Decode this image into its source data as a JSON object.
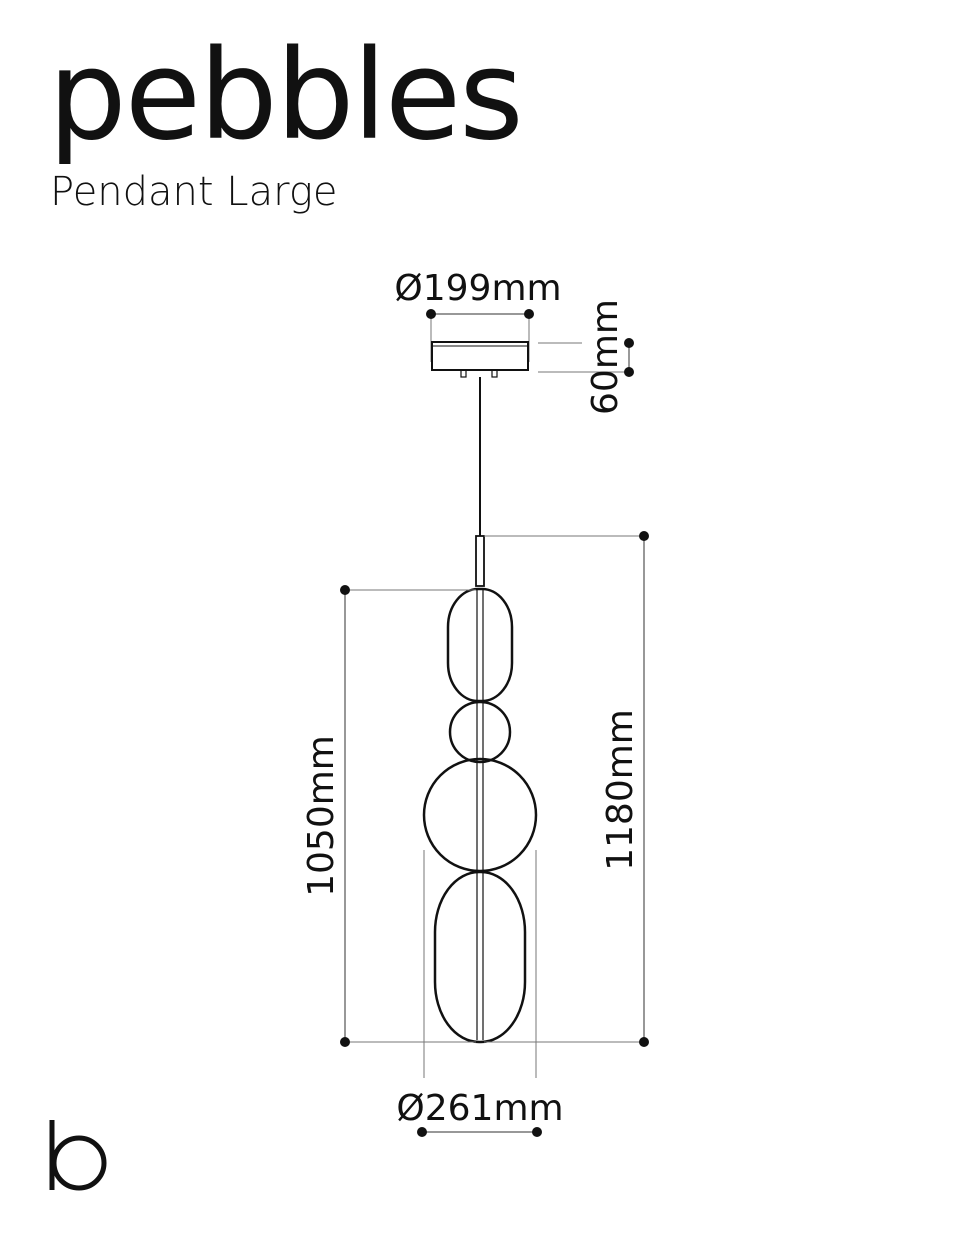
{
  "product": {
    "name": "pebbles",
    "variant": "Pendant Large"
  },
  "dimensions": {
    "canopy_diameter": "Ø199mm",
    "canopy_height": "60mm",
    "glass_height": "1050mm",
    "overall_height": "1180mm",
    "glass_diameter": "Ø261mm"
  },
  "brand": {
    "logo_letter": "b",
    "logo_icon": "b-logo-icon"
  },
  "colors": {
    "line": "#111111",
    "dimension_line": "#777777",
    "background": "#ffffff"
  }
}
